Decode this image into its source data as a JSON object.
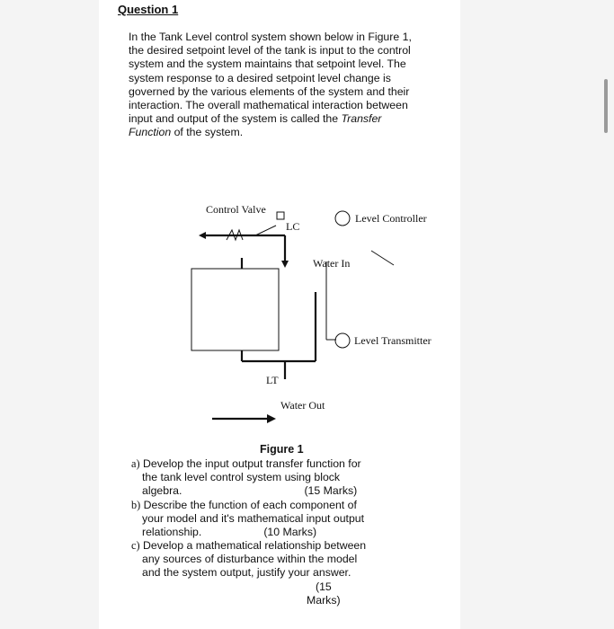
{
  "question": {
    "title": "Question 1",
    "intro_1": "In the Tank Level control system shown below in Figure 1, the desired setpoint level of the tank is input to the control system and the system maintains that setpoint level. The system response to a desired setpoint level change is governed by the various elements of the system and their interaction. The overall mathematical interaction between input and output of the system is called the ",
    "intro_em": "Transfer Function",
    "intro_2": " of the system."
  },
  "figure": {
    "control_valve": "Control Valve",
    "lc": "LC",
    "level_controller": "Level Controller",
    "water_in": "Water In",
    "level_transmitter": "Level Transmitter",
    "lt": "LT",
    "water_out": "Water Out",
    "caption": "Figure 1"
  },
  "parts": {
    "a_label": "a)",
    "a_lines": [
      "Develop the input output transfer function for",
      "the tank level control system using block",
      "algebra."
    ],
    "a_marks": "(15 Marks)",
    "b_label": "b)",
    "b_lines": [
      "Describe the function of each component of",
      "your model and it's mathematical input output",
      "relationship."
    ],
    "b_marks": "(10 Marks)",
    "c_label": "c)",
    "c_lines": [
      "Develop a mathematical relationship between",
      "any sources of disturbance within the model",
      "and the system output, justify your answer."
    ],
    "c_marks_1": "(15",
    "c_marks_2": "Marks)"
  }
}
